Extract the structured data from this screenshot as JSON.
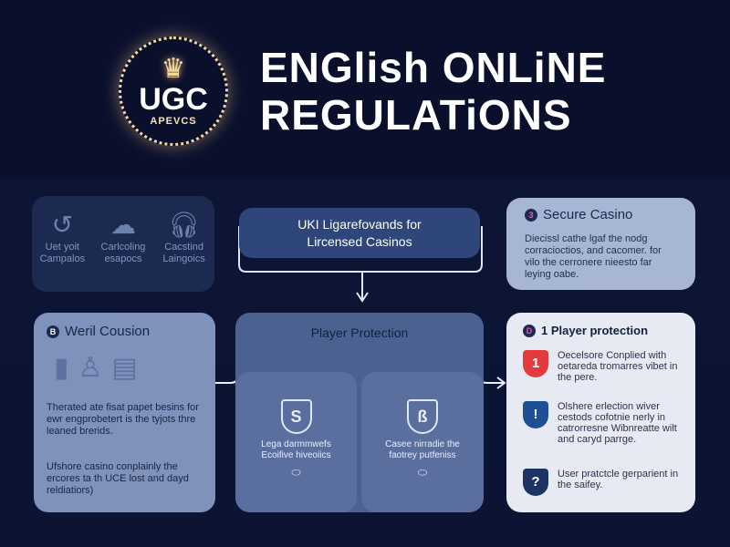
{
  "logo": {
    "text": "UGC",
    "subtext": "APEVCS"
  },
  "title": {
    "line1": "ENGlish ONLiNE",
    "line2": "REGULATiONS"
  },
  "top_left": {
    "items": [
      {
        "icon": "refresh-arrow-icon",
        "label1": "Uet yoit",
        "label2": "Campalos"
      },
      {
        "icon": "cloud-icon",
        "label1": "Carlcoling",
        "label2": "esapocs"
      },
      {
        "icon": "headphones-icon",
        "label1": "Cacstind",
        "label2": "Laingoics"
      }
    ]
  },
  "top_center": {
    "line1": "UKI Ligarefovands for",
    "line2": "Lircensed Casinos"
  },
  "top_right": {
    "number": "3",
    "heading": "Secure Casino",
    "body": "Diecissl cathe lgaf the nodg corracioctios, and cacomer. for vilo the cerronere nieesto far leying oabe."
  },
  "bottom_left": {
    "number": "B",
    "heading": "Weril Cousion",
    "para1": "Therated ate fisat papet besins for ewr engprobetert is the tyjots thre leaned brerids.",
    "para2": "Ufshore casino conplainly the ercores ta th UCE lost and dayd reldiatiors)"
  },
  "center": {
    "heading": "Player Protection",
    "left": {
      "icon_letter": "S",
      "line1": "Lega darmmwefs",
      "line2": "Ecoifive hiveoiics"
    },
    "right": {
      "icon_letter": "ß",
      "line1": "Casee nirradie the",
      "line2": "faotrey putfeniss"
    }
  },
  "bottom_right": {
    "number": "D",
    "heading": "1 Player protection",
    "items": [
      {
        "glyph": "1",
        "color": "#e33b3b",
        "text": "Oecelsore Conplied with oetareda tromarres vibet in the pere."
      },
      {
        "glyph": "!",
        "color": "#1e4f95",
        "text": "Olshere erlection wiver cestods cofotnie nerly in catrorresne Wibnreatte wilt and caryd parrge."
      },
      {
        "glyph": "?",
        "color": "#1c3463",
        "text": "User pratctcle gerparient in the saifey."
      }
    ]
  }
}
